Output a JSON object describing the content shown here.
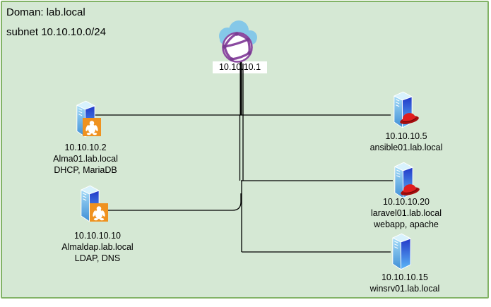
{
  "header": {
    "domain_label": "Doman: lab.local",
    "subnet_label": "subnet 10.10.10.0/24"
  },
  "internet": {
    "ip": "10.10.10.1",
    "icon": "internet-cloud-globe-icon"
  },
  "nodes": {
    "alma01": {
      "ip": "10.10.10.2",
      "hostname": "Alma01.lab.local",
      "services": "DHCP, MariaDB",
      "badge": "linux-tux-icon"
    },
    "almaldap": {
      "ip": "10.10.10.10",
      "hostname": "Almaldap.lab.local",
      "services": "LDAP, DNS",
      "badge": "linux-tux-icon"
    },
    "ansible01": {
      "ip": "10.10.10.5",
      "hostname": "ansible01.lab.local",
      "badge": "redhat-fedora-icon"
    },
    "laravel01": {
      "ip": "10.10.10.20",
      "hostname": "laravel01.lab.local",
      "services": "webapp, apache",
      "badge": "redhat-fedora-icon"
    },
    "winsrv01": {
      "ip": "10.10.10.15",
      "hostname": "winsrv01.lab.local",
      "badge": "none"
    }
  },
  "colors": {
    "canvas_fill": "#d5e8d4",
    "canvas_border": "#82b366",
    "page_background": "#ffffff",
    "edge_line": "#000000",
    "cloud_blue": "#85c8e8",
    "globe_purple": "#8b4aa0",
    "tux_badge_orange": "#ef9220",
    "redhat_red": "#d01616",
    "server_blue_dark": "#2238c8",
    "server_blue_light": "#5cb8f8"
  }
}
